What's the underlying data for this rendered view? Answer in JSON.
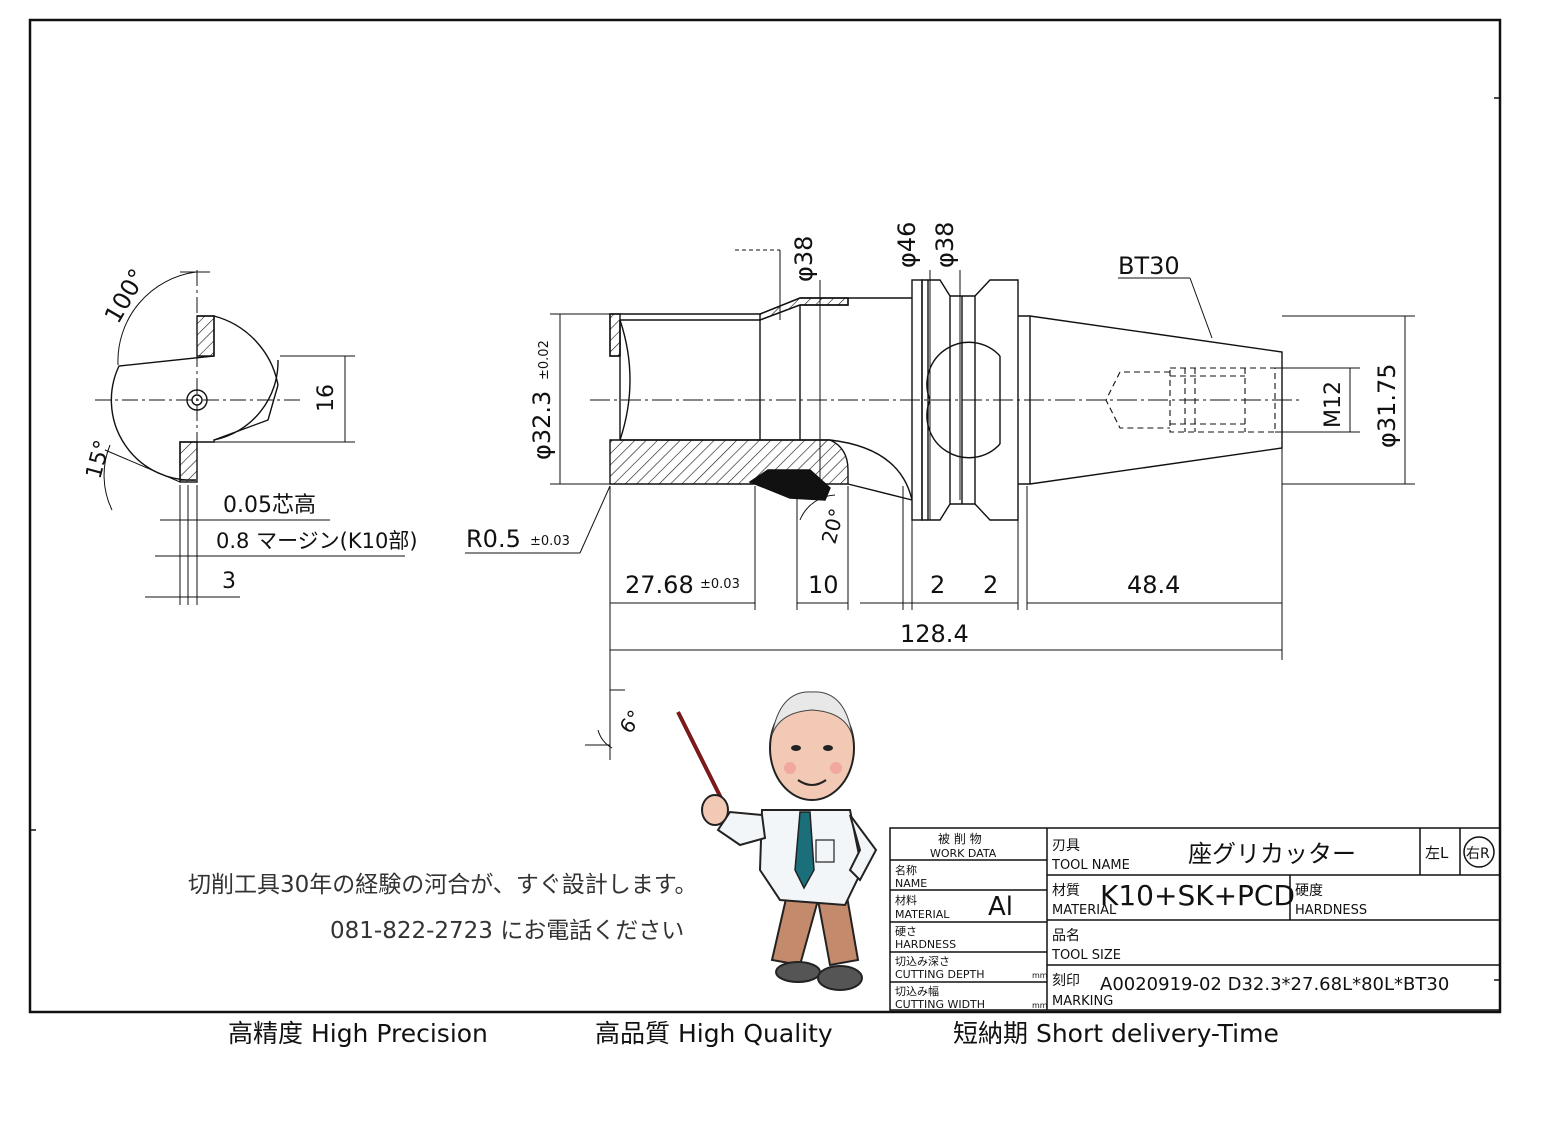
{
  "dimensions": {
    "angle_100": "100°",
    "angle_15": "15°",
    "d16": "16",
    "center_height": "0.05芯高",
    "margin": "0.8 マージン(K10部)",
    "d3": "3",
    "r05": "R0.5",
    "r05_tol": "±0.03",
    "dia_323": "φ32.3",
    "dia_323_tol": "±0.02",
    "dia_38a": "φ38",
    "dia_46": "φ46",
    "dia_38b": "φ38",
    "bt30": "BT30",
    "m12": "M12",
    "dia_3175": "φ31.75",
    "angle_20": "20°",
    "angle_6": "6°",
    "len_2768": "27.68",
    "len_2768_tol": "±0.03",
    "len_10": "10",
    "len_2a": "2",
    "len_2b": "2",
    "len_484": "48.4",
    "len_1284": "128.4"
  },
  "title_block": {
    "work_data_jp": "被 削 物",
    "work_data_en": "WORK DATA",
    "name_jp": "名称",
    "name_en": "NAME",
    "material_jp": "材料",
    "material_en": "MATERIAL",
    "material_value": "Al",
    "hardness_jp": "硬さ",
    "hardness_en": "HARDNESS",
    "cut_depth_jp": "切込み深さ",
    "cut_depth_en": "CUTTING DEPTH",
    "cut_width_jp": "切込み幅",
    "cut_width_en": "CUTTING WIDTH",
    "mm1": "mm",
    "mm2": "mm",
    "tool_jp": "刃具",
    "tool_name_en": "TOOL NAME",
    "tool_name_value": "座グリカッター",
    "left_label": "左L",
    "right_label": "右R",
    "tool_material_jp": "材質",
    "tool_material_en": "MATERIAL",
    "tool_material_value": "K10+SK+PCD",
    "tool_hardness_jp": "硬度",
    "tool_hardness_en": "HARDNESS",
    "tool_size_jp": "品名",
    "tool_size_en": "TOOL SIZE",
    "marking_jp": "刻印",
    "marking_en": "MARKING",
    "marking_value": "A0020919-02 D32.3*27.68L*80L*BT30"
  },
  "promo": {
    "line1": "切削工具30年の経験の河合が、すぐ設計します。",
    "line2": "081-822-2723 にお電話ください"
  },
  "footer": {
    "item1": "高精度 High Precision",
    "item2": "高品質 High Quality",
    "item3": "短納期 Short delivery-Time"
  }
}
